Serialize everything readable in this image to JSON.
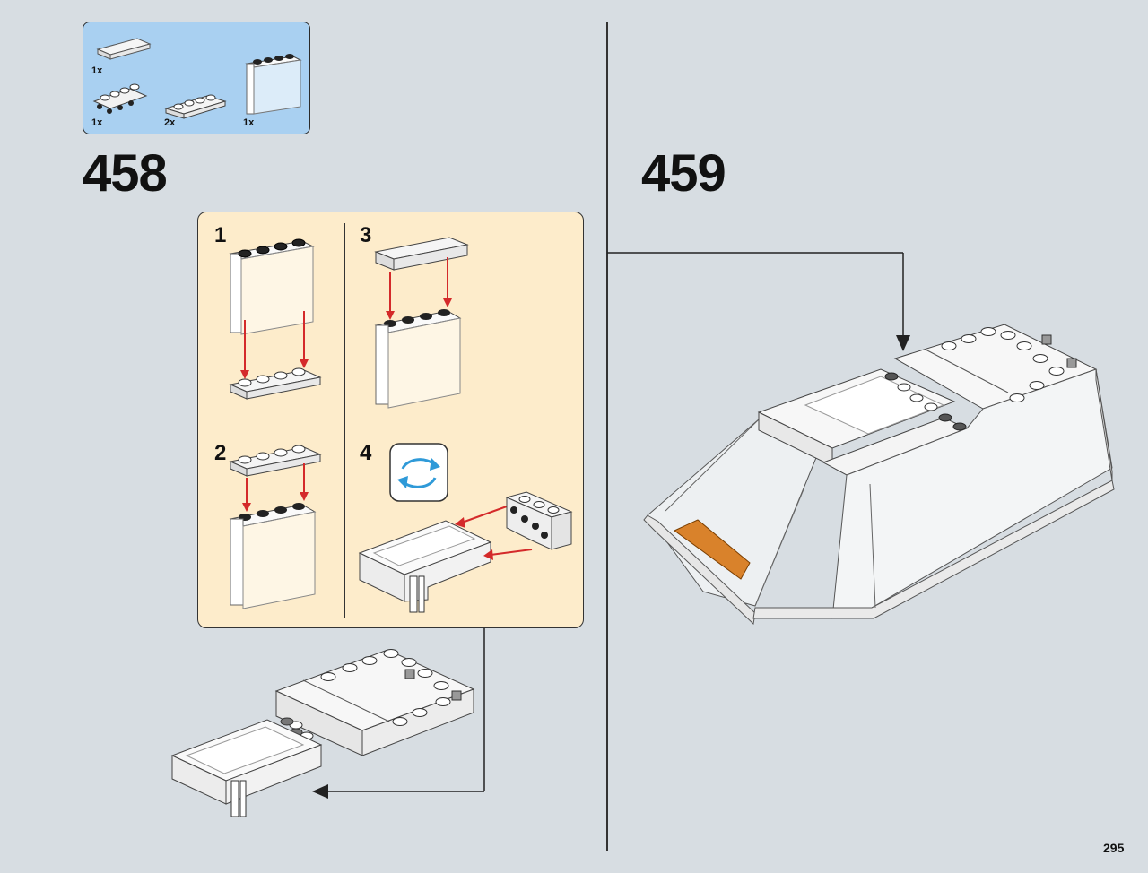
{
  "parts_list": {
    "items": [
      {
        "name": "white-tile-1x4",
        "qty": "1x"
      },
      {
        "name": "white-plate-with-side-studs",
        "qty": "1x"
      },
      {
        "name": "white-plate-1x4",
        "qty": "2x"
      },
      {
        "name": "transparent-panel-1x4x3",
        "qty": "1x"
      }
    ]
  },
  "steps": {
    "left": {
      "number": "458"
    },
    "right": {
      "number": "459"
    }
  },
  "sub_steps": [
    {
      "number": "1"
    },
    {
      "number": "2"
    },
    {
      "number": "3"
    },
    {
      "number": "4"
    }
  ],
  "rotate_icon": "rotate-model-icon",
  "page": {
    "number": "295"
  },
  "colors": {
    "background": "#d7dde2",
    "parts_box": "#a9d0f1",
    "sub_panel": "#fdeccb",
    "arrow_red": "#d42a2a",
    "rotate_blue": "#2f9ad8",
    "tan_tile": "#d9822b"
  }
}
